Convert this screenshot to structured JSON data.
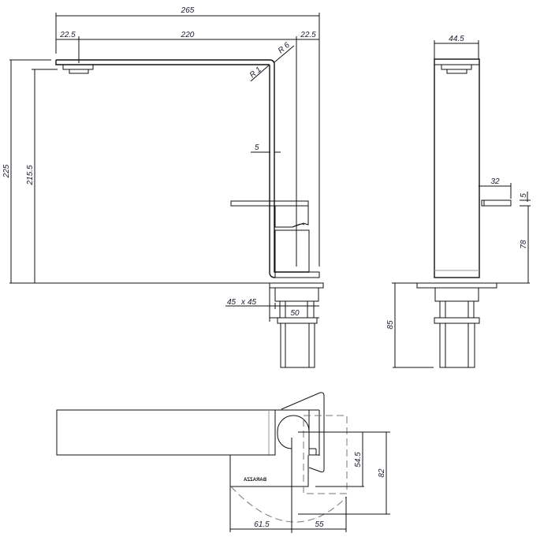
{
  "front_view": {
    "overall_width": "265",
    "left_offset": "22.5",
    "spout_reach": "220",
    "right_offset": "22.5",
    "overall_height": "225",
    "spout_height": "215.5",
    "inner_radius": "R 1",
    "outer_radius": "R 6",
    "wall_thickness": "5",
    "base_section": "45",
    "base_section_x": "x",
    "base_section_2": "45",
    "base_width": "50"
  },
  "side_view": {
    "body_width": "44.5",
    "lever_length": "32",
    "lever_thickness": "5",
    "lever_height": "78",
    "shank_length": "85"
  },
  "plan_view": {
    "offset_left": "61.5",
    "offset_right": "55",
    "swing_depth": "54.5",
    "total_depth": "82",
    "logo_text": "BARAZZA"
  }
}
